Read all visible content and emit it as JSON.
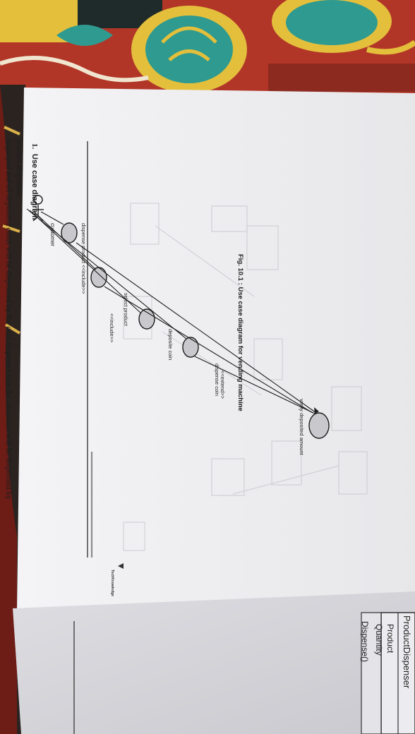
{
  "page": {
    "line1": "displayed and all deposited coins will be dispensed by the coin dispenser else the chocolate will be dispensed by",
    "line2": "product dispenser.",
    "heading_number": "1.",
    "heading": "Use case diagram",
    "caption": "Fig. 10.1 : Use case diagram for vending machine",
    "publisher": "TechKnowledge"
  },
  "diagram": {
    "actor": "customer",
    "use_cases": {
      "dispense_product": "dispense product <<include>>",
      "select_product": "select product",
      "deposite_coin": "deposite coin",
      "dispense_coin": "dispense coin",
      "verify_amount": "verify deposited amount"
    },
    "relations": {
      "include": "<<include>>",
      "extend": "<<extend>>"
    }
  },
  "next_page": {
    "class_name": "ProductDispenser",
    "attr1": "Product",
    "attr2": "Quantity",
    "operation": "Dispense()"
  },
  "colors": {
    "paper": "#f1f1f3",
    "ink": "#1d1d1d",
    "table_red": "#b23628",
    "table_teal": "#2f9a8f",
    "table_yellow": "#e3bf3c"
  }
}
